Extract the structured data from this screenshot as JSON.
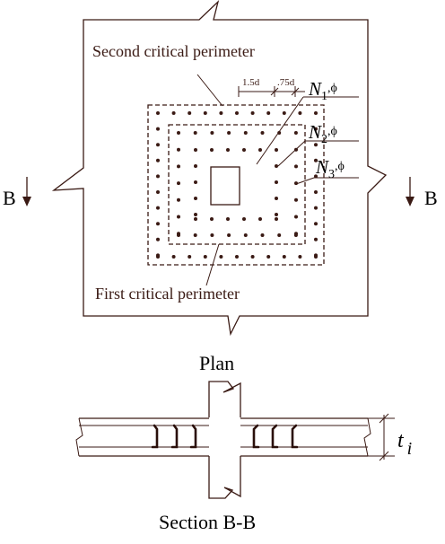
{
  "labels": {
    "second_perimeter": "Second critical perimeter",
    "first_perimeter": "First critical perimeter",
    "plan": "Plan",
    "section": "Section B-B",
    "section_mark_left": "B",
    "section_mark_right": "B",
    "dim_first": "1.5d",
    "dim_second": ".75d",
    "n1": "N",
    "n1_sub": "1",
    "n2": "N",
    "n2_sub": "2",
    "n3": "N",
    "n3_sub": "3",
    "phi": ",ϕ",
    "thickness": "t",
    "thickness_sub": "i"
  },
  "colors": {
    "line": "#3a1a14",
    "text": "#000000"
  }
}
